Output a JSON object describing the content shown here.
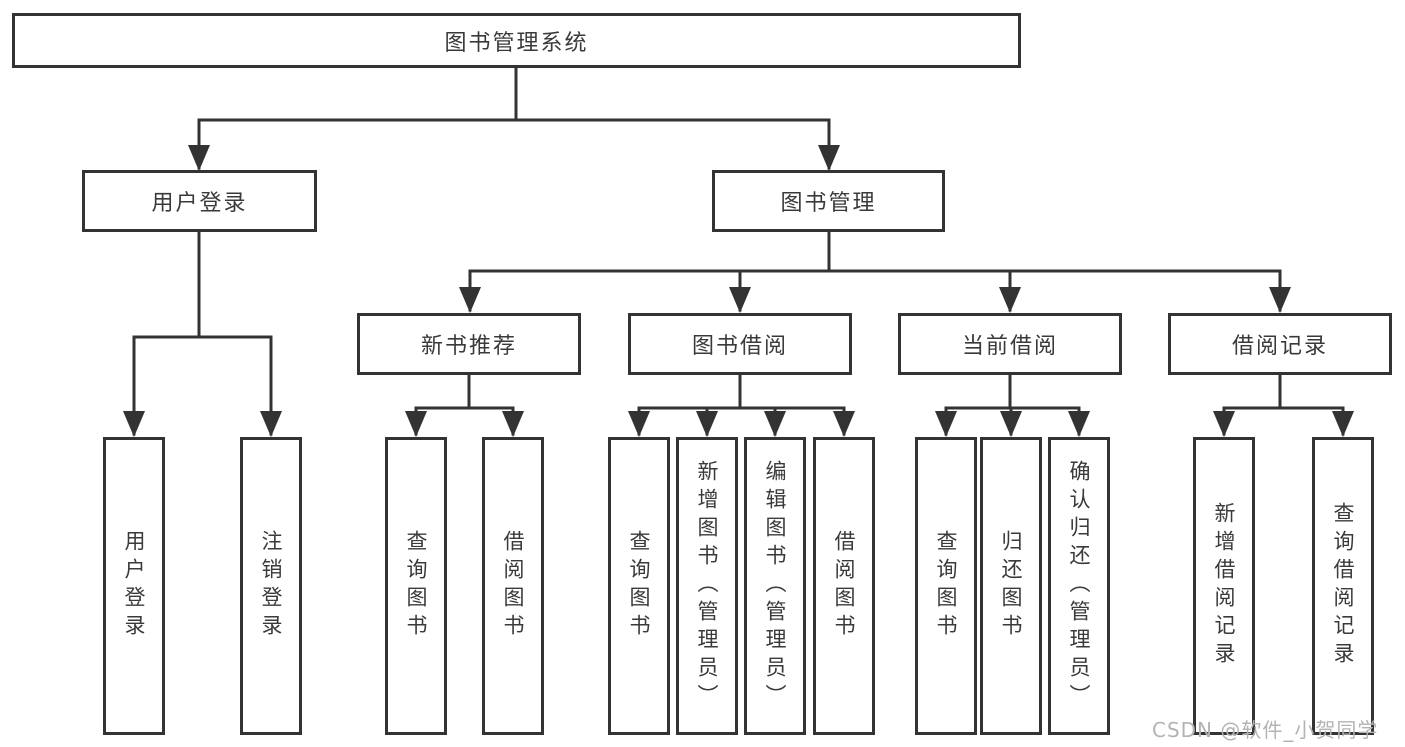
{
  "diagram": {
    "root": "图书管理系统",
    "children": [
      {
        "label": "用户登录",
        "children": [
          "用户登录",
          "注销登录"
        ]
      },
      {
        "label": "图书管理",
        "children": [
          {
            "label": "新书推荐",
            "children": [
              "查询图书",
              "借阅图书"
            ]
          },
          {
            "label": "图书借阅",
            "children": [
              "查询图书",
              "新增图书（管理员）",
              "编辑图书（管理员）",
              "借阅图书"
            ]
          },
          {
            "label": "当前借阅",
            "children": [
              "查询图书",
              "归还图书",
              "确认归还（管理员）"
            ]
          },
          {
            "label": "借阅记录",
            "children": [
              "新增借阅记录",
              "查询借阅记录"
            ]
          }
        ]
      }
    ]
  },
  "watermark": {
    "text": "CSDN @软件_小贺同学"
  },
  "colors": {
    "line": "#333333",
    "box_border": "#333333",
    "text": "#3a3a3a",
    "watermark": "#b3b3b3",
    "background": "#ffffff"
  }
}
